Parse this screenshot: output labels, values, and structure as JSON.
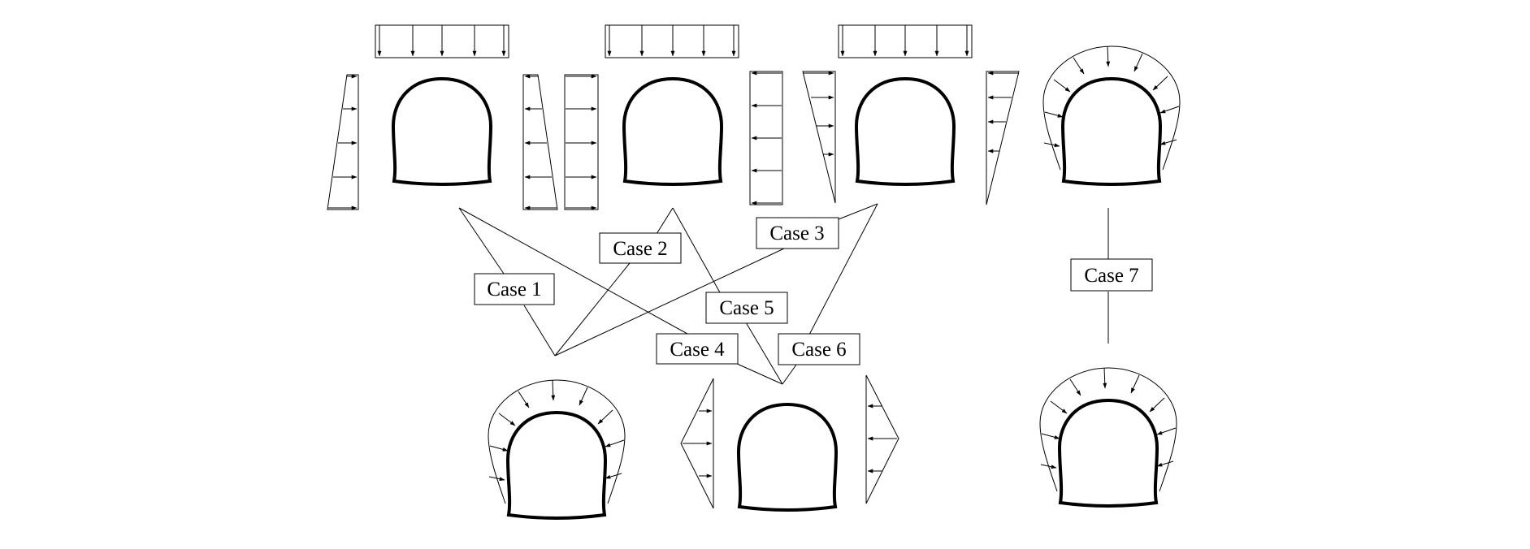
{
  "cases": [
    {
      "id": "case-1",
      "label": "Case 1"
    },
    {
      "id": "case-2",
      "label": "Case 2"
    },
    {
      "id": "case-3",
      "label": "Case 3"
    },
    {
      "id": "case-4",
      "label": "Case 4"
    },
    {
      "id": "case-5",
      "label": "Case 5"
    },
    {
      "id": "case-6",
      "label": "Case 6"
    },
    {
      "id": "case-7",
      "label": "Case 7"
    }
  ],
  "colors": {
    "ink": "#000000",
    "background": "#ffffff"
  }
}
